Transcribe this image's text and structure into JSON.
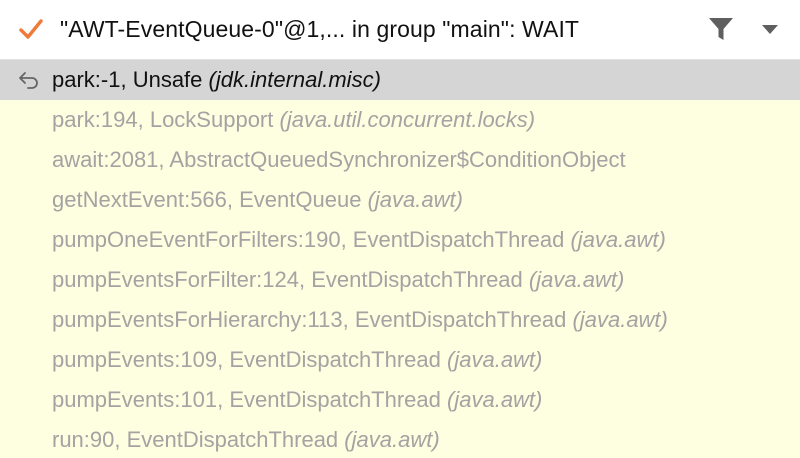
{
  "header": {
    "title": "\"AWT-EventQueue-0\"@1,... in group \"main\": WAIT",
    "icons": {
      "status": "checkmark-icon",
      "filter": "filter-icon",
      "menu": "chevron-down-icon"
    }
  },
  "colors": {
    "check": "#f07a3a",
    "selected_bg": "#d5d5d5",
    "list_bg": "#fefee0",
    "dim_text": "#a3a3a3"
  },
  "frames": [
    {
      "method": "park:-1, Unsafe",
      "package": "(jdk.internal.misc)"
    },
    {
      "method": "park:194, LockSupport",
      "package": "(java.util.concurrent.locks)"
    },
    {
      "method": "await:2081, AbstractQueuedSynchronizer$ConditionObject",
      "package": ""
    },
    {
      "method": "getNextEvent:566, EventQueue",
      "package": "(java.awt)"
    },
    {
      "method": "pumpOneEventForFilters:190, EventDispatchThread",
      "package": "(java.awt)"
    },
    {
      "method": "pumpEventsForFilter:124, EventDispatchThread",
      "package": "(java.awt)"
    },
    {
      "method": "pumpEventsForHierarchy:113, EventDispatchThread",
      "package": "(java.awt)"
    },
    {
      "method": "pumpEvents:109, EventDispatchThread",
      "package": "(java.awt)"
    },
    {
      "method": "pumpEvents:101, EventDispatchThread",
      "package": "(java.awt)"
    },
    {
      "method": "run:90, EventDispatchThread",
      "package": "(java.awt)"
    }
  ]
}
